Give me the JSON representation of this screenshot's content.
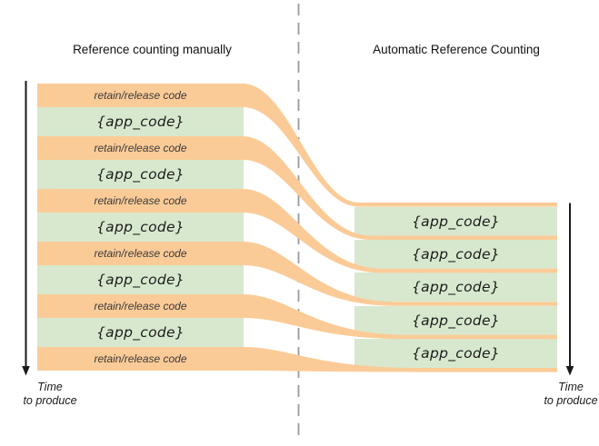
{
  "colors": {
    "orange": "#FBCB97",
    "green": "#D7E8CE",
    "dash-gray": "#9B9B9B",
    "ink": "#1A1A1A"
  },
  "left": {
    "title": "Reference counting manually",
    "time_label": {
      "line1": "Time",
      "line2": "to produce"
    },
    "bars": [
      {
        "kind": "retain-release",
        "label": "retain/release code"
      },
      {
        "kind": "app-code",
        "label": "{app_code}"
      },
      {
        "kind": "retain-release",
        "label": "retain/release code"
      },
      {
        "kind": "app-code",
        "label": "{app_code}"
      },
      {
        "kind": "retain-release",
        "label": "retain/release code"
      },
      {
        "kind": "app-code",
        "label": "{app_code}"
      },
      {
        "kind": "retain-release",
        "label": "retain/release code"
      },
      {
        "kind": "app-code",
        "label": "{app_code}"
      },
      {
        "kind": "retain-release",
        "label": "retain/release code"
      },
      {
        "kind": "app-code",
        "label": "{app_code}"
      },
      {
        "kind": "retain-release",
        "label": "retain/release code"
      }
    ]
  },
  "right": {
    "title": "Automatic Reference Counting",
    "time_label": {
      "line1": "Time",
      "line2": "to produce"
    },
    "blocks": [
      {
        "label": "{app_code}"
      },
      {
        "label": "{app_code}"
      },
      {
        "label": "{app_code}"
      },
      {
        "label": "{app_code}"
      },
      {
        "label": "{app_code}"
      }
    ]
  }
}
